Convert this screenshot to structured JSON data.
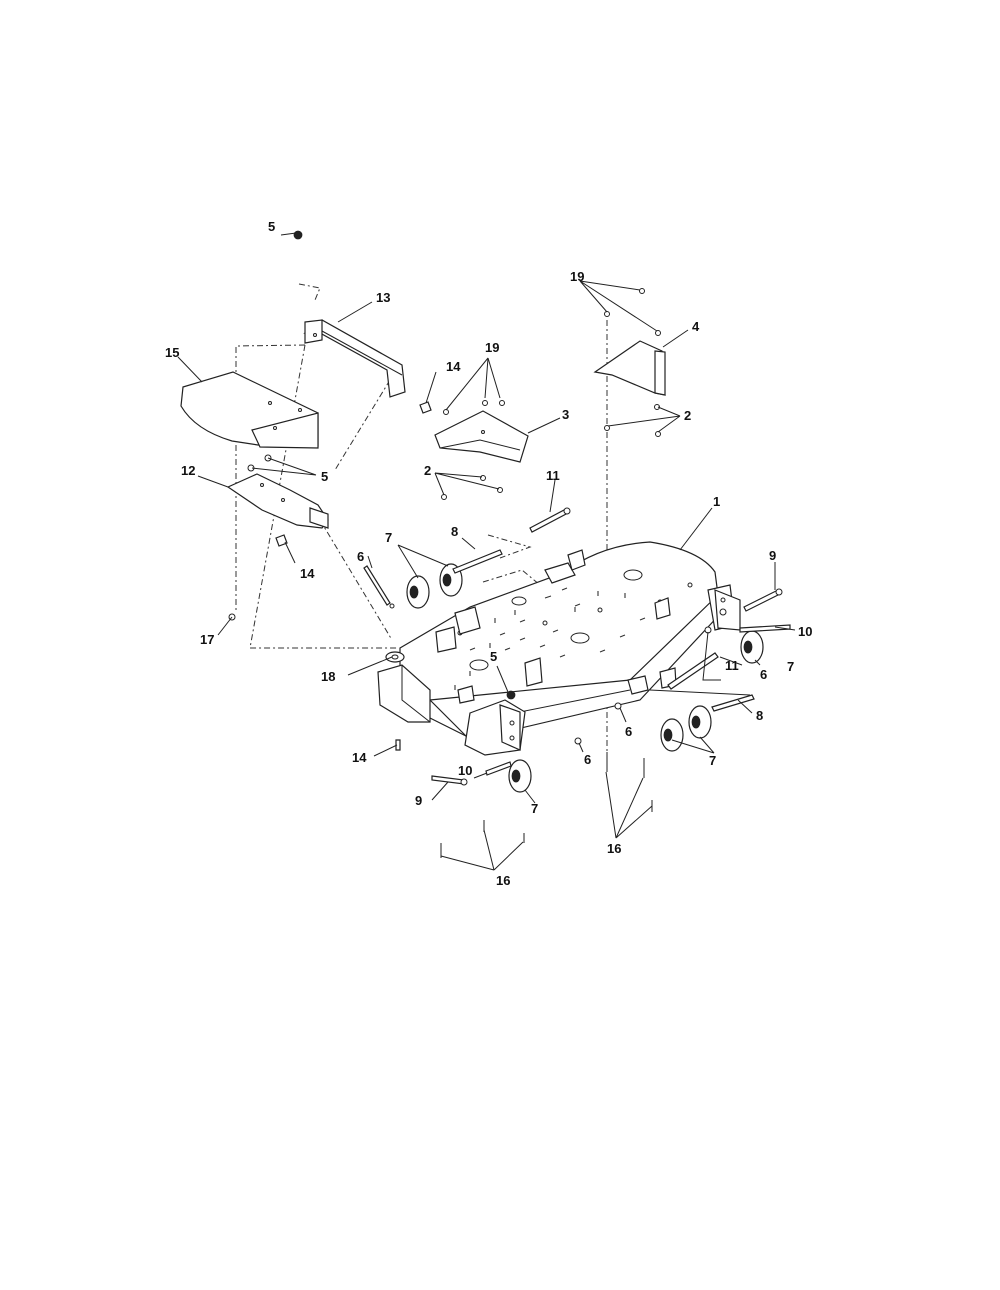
{
  "diagram": {
    "callouts": [
      {
        "id": "c-5-top",
        "label": "5"
      },
      {
        "id": "c-13",
        "label": "13"
      },
      {
        "id": "c-15",
        "label": "15"
      },
      {
        "id": "c-14-top",
        "label": "14"
      },
      {
        "id": "c-19-mid",
        "label": "19"
      },
      {
        "id": "c-19-right",
        "label": "19"
      },
      {
        "id": "c-4",
        "label": "4"
      },
      {
        "id": "c-3",
        "label": "3"
      },
      {
        "id": "c-2-right",
        "label": "2"
      },
      {
        "id": "c-2-mid",
        "label": "2"
      },
      {
        "id": "c-12",
        "label": "12"
      },
      {
        "id": "c-5-left",
        "label": "5"
      },
      {
        "id": "c-11-top",
        "label": "11"
      },
      {
        "id": "c-1",
        "label": "1"
      },
      {
        "id": "c-7-left",
        "label": "7"
      },
      {
        "id": "c-8-top",
        "label": "8"
      },
      {
        "id": "c-14-mid",
        "label": "14"
      },
      {
        "id": "c-6-left",
        "label": "6"
      },
      {
        "id": "c-9-right",
        "label": "9"
      },
      {
        "id": "c-17",
        "label": "17"
      },
      {
        "id": "c-10-right",
        "label": "10"
      },
      {
        "id": "c-6-right",
        "label": "6"
      },
      {
        "id": "c-7-right",
        "label": "7"
      },
      {
        "id": "c-11-right",
        "label": "11"
      },
      {
        "id": "c-18",
        "label": "18"
      },
      {
        "id": "c-5-center",
        "label": "5"
      },
      {
        "id": "c-8-right",
        "label": "8"
      },
      {
        "id": "c-6-center",
        "label": "6"
      },
      {
        "id": "c-7-lowright",
        "label": "7"
      },
      {
        "id": "c-14-bottom",
        "label": "14"
      },
      {
        "id": "c-6-bottom",
        "label": "6"
      },
      {
        "id": "c-10-bottom",
        "label": "10"
      },
      {
        "id": "c-9-bottom",
        "label": "9"
      },
      {
        "id": "c-7-bottom",
        "label": "7"
      },
      {
        "id": "c-16-right",
        "label": "16"
      },
      {
        "id": "c-16-left",
        "label": "16"
      }
    ]
  }
}
